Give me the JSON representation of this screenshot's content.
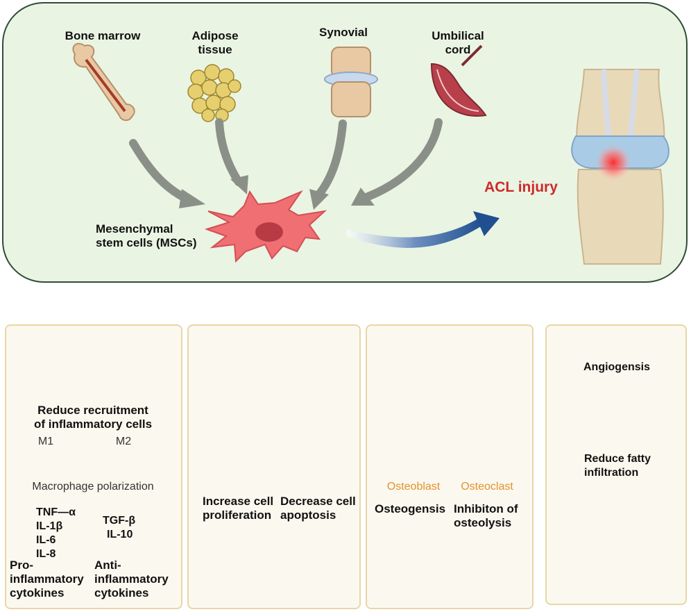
{
  "top": {
    "sources": {
      "bone_marrow": "Bone marrow",
      "adipose_line1": "Adipose",
      "adipose_line2": "tissue",
      "synovial": "Synovial",
      "umbilical_line1": "Umbilical",
      "umbilical_line2": "cord"
    },
    "msc_line1": "Mesenchymal",
    "msc_line2": "stem cells (MSCs)",
    "acl": "ACL injury"
  },
  "panel1": {
    "title_line1": "Reduce recruitment",
    "title_line2": "of inflammatory cells",
    "m1": "M1",
    "m2": "M2",
    "polarization": "Macrophage polarization",
    "pro_cytokines": [
      "TNF—α",
      "IL-1β",
      "IL-6",
      "IL-8"
    ],
    "anti_cytokines": [
      "TGF-β",
      "IL-10"
    ],
    "pro_label_lines": [
      "Pro-",
      "inflammatory",
      "cytokines"
    ],
    "anti_label_lines": [
      "Anti-",
      "inflammatory",
      "cytokines"
    ]
  },
  "panel2": {
    "increase_line1": "Increase cell",
    "increase_line2": "proliferation",
    "decrease_line1": "Decrease cell",
    "decrease_line2": "apoptosis"
  },
  "panel3": {
    "osteoblast": "Osteoblast",
    "osteoclast": "Osteoclast",
    "osteogensis": "Osteogensis",
    "inhibition_line1": "Inhibiton of",
    "inhibition_line2": "osteolysis"
  },
  "panel4": {
    "angiogenesis": "Angiogensis",
    "fatty_line1": "Reduce fatty",
    "fatty_line2": "infiltration"
  },
  "colors": {
    "top_bg": "#eaf4e3",
    "panel_border": "#e8d6a6",
    "msc_cell": "#ef6f73",
    "acl_text": "#cc2a2a",
    "orange_label": "#e3922c",
    "blue_arrow": "#1f4f8f"
  }
}
